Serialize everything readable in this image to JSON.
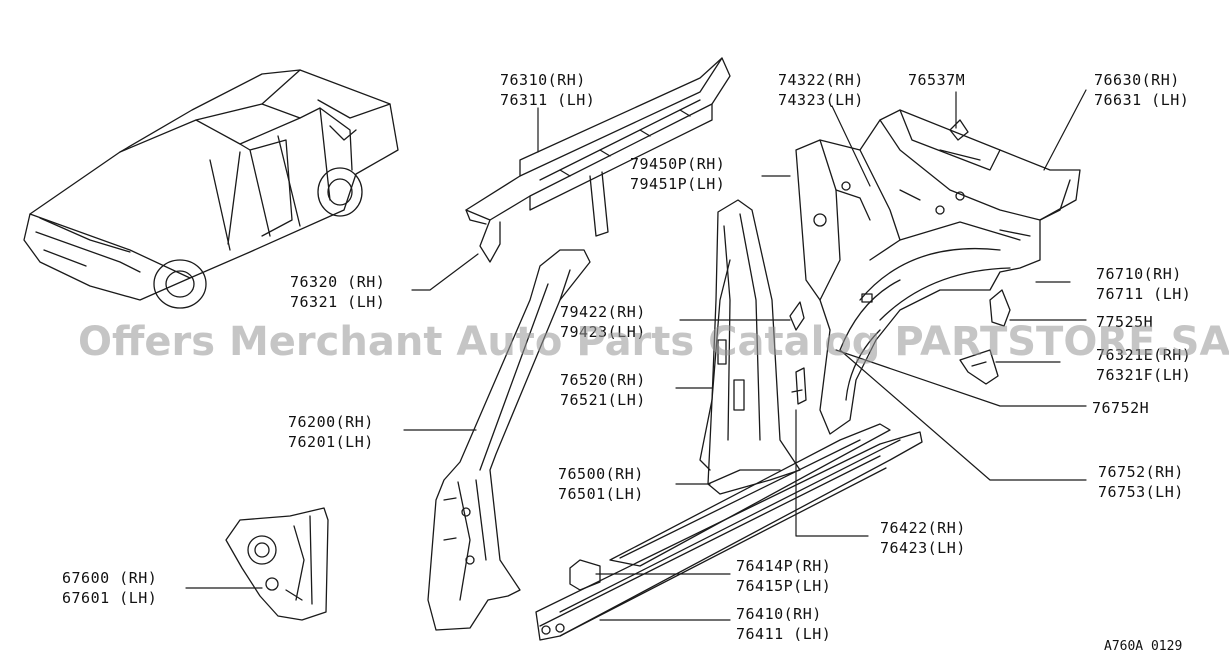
{
  "diagram": {
    "labels": {
      "l76310": [
        "76310(RH)",
        "76311 (LH)"
      ],
      "l74322": [
        "74322(RH)",
        "74323(LH)"
      ],
      "l76537": [
        "76537M"
      ],
      "l76630": [
        "76630(RH)",
        "76631 (LH)"
      ],
      "l79450": [
        "79450P(RH)",
        "79451P(LH)"
      ],
      "l76320": [
        "76320 (RH)",
        "76321 (LH)"
      ],
      "l76710": [
        "76710(RH)",
        "76711 (LH)"
      ],
      "l79422": [
        "79422(RH)",
        "79423(LH)"
      ],
      "l77525": [
        "77525H"
      ],
      "l76321E": [
        "76321E(RH)",
        "76321F(LH)"
      ],
      "l76520": [
        "76520(RH)",
        "76521(LH)"
      ],
      "l76752H": [
        "76752H"
      ],
      "l76200": [
        "76200(RH)",
        "76201(LH)"
      ],
      "l76500": [
        "76500(RH)",
        "76501(LH)"
      ],
      "l76752": [
        "76752(RH)",
        "76753(LH)"
      ],
      "l76422": [
        "76422(RH)",
        "76423(LH)"
      ],
      "l76414": [
        "76414P(RH)",
        "76415P(LH)"
      ],
      "l67600": [
        "67600 (RH)",
        "67601 (LH)"
      ],
      "l76410": [
        "76410(RH)",
        "76411 (LH)"
      ]
    },
    "diagram_code": "A760A 0129",
    "watermark": "Offers Merchant Auto Parts Catalog PARTSTORE.SA"
  }
}
